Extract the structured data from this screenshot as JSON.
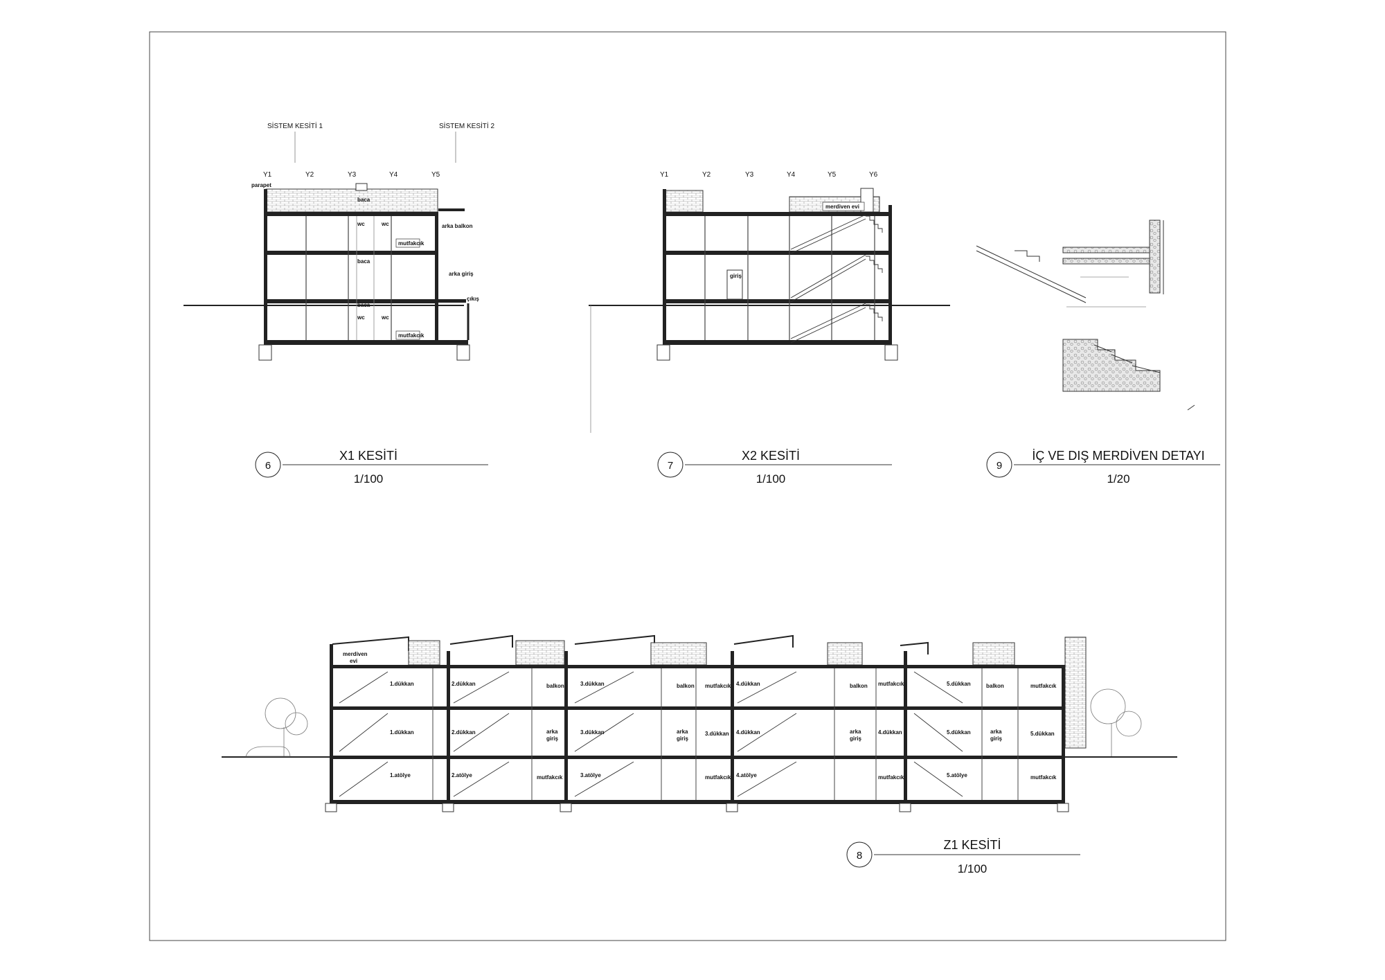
{
  "sheet": {
    "system_labels": [
      "SİSTEM KESİTİ 1",
      "SİSTEM KESİTİ 2"
    ]
  },
  "x1": {
    "number": "6",
    "title": "X1 KESİTİ",
    "scale": "1/100",
    "axes": [
      "Y1",
      "Y2",
      "Y3",
      "Y4",
      "Y5"
    ],
    "labels": {
      "parapet": "parapet",
      "baca": "baca",
      "wc": "wc",
      "mutfak": "mutfakcık",
      "arka_balkon": "arka balkon",
      "arka_giris": "arka giriş",
      "cikis": "çıkış"
    }
  },
  "x2": {
    "number": "7",
    "title": "X2 KESİTİ",
    "scale": "1/100",
    "axes": [
      "Y1",
      "Y2",
      "Y3",
      "Y4",
      "Y5",
      "Y6"
    ],
    "labels": {
      "merdiven_evi": "merdiven evi",
      "giris": "giriş"
    }
  },
  "detail": {
    "number": "9",
    "title": "İÇ VE DIŞ MERDİVEN DETAYI",
    "scale": "1/20"
  },
  "z1": {
    "number": "8",
    "title": "Z1 KESİTİ",
    "scale": "1/100",
    "labels": {
      "merdiven": "merdiven",
      "evi": "evi",
      "d1": "1.dükkan",
      "d2": "2.dükkan",
      "d3": "3.dükkan",
      "d4": "4.dükkan",
      "d5": "5.dükkan",
      "a1": "1.atölye",
      "a2": "2.atölye",
      "a3": "3.atölye",
      "a4": "4.atölye",
      "a5": "5.atölye",
      "balkon": "balkon",
      "mutfak": "mutfakcık",
      "arka": "arka",
      "giris": "giriş"
    }
  }
}
